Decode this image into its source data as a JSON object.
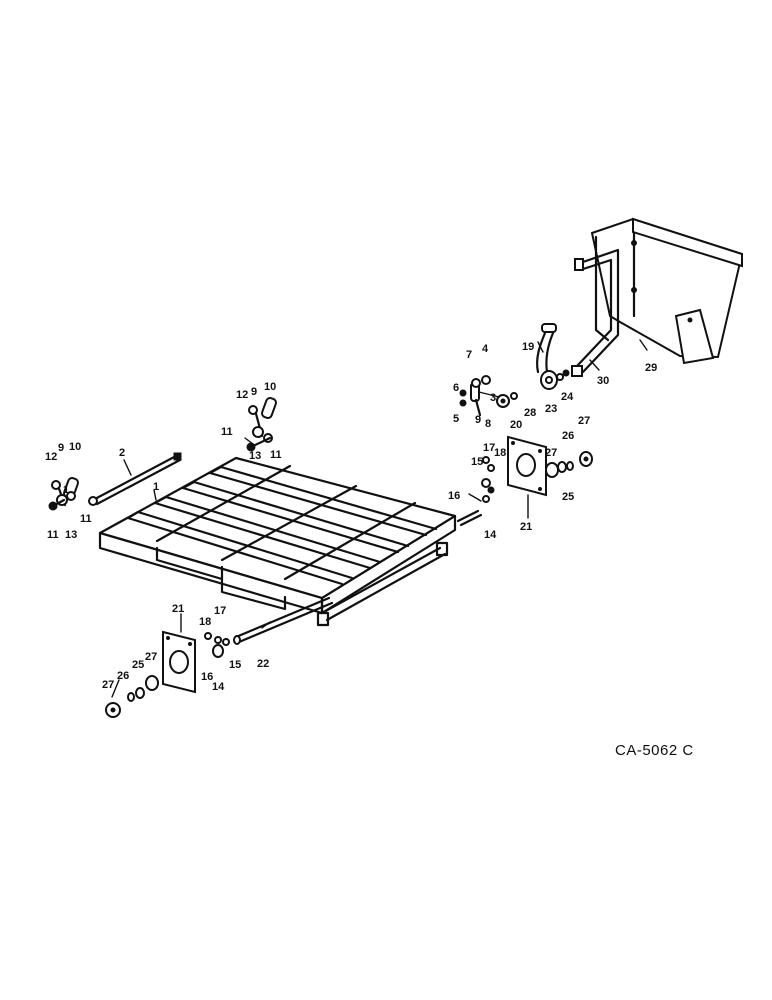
{
  "diagram": {
    "code": "CA-5062 C",
    "callouts": [
      {
        "text": "1"
      },
      {
        "text": "2"
      },
      {
        "text": "12"
      },
      {
        "text": "9"
      },
      {
        "text": "10"
      },
      {
        "text": "1"
      },
      {
        "text": "13"
      },
      {
        "text": "11"
      },
      {
        "text": "11"
      },
      {
        "text": "12"
      },
      {
        "text": "9"
      },
      {
        "text": "10"
      },
      {
        "text": "11"
      },
      {
        "text": "13"
      },
      {
        "text": "11"
      },
      {
        "text": "7"
      },
      {
        "text": "4"
      },
      {
        "text": "6"
      },
      {
        "text": "5"
      },
      {
        "text": "3"
      },
      {
        "text": "9"
      },
      {
        "text": "8"
      },
      {
        "text": "20"
      },
      {
        "text": "28"
      },
      {
        "text": "19"
      },
      {
        "text": "23"
      },
      {
        "text": "24"
      },
      {
        "text": "30"
      },
      {
        "text": "29"
      },
      {
        "text": "17"
      },
      {
        "text": "18"
      },
      {
        "text": "15"
      },
      {
        "text": "16"
      },
      {
        "text": "14"
      },
      {
        "text": "21"
      },
      {
        "text": "27"
      },
      {
        "text": "26"
      },
      {
        "text": "27"
      },
      {
        "text": "25"
      },
      {
        "text": "21"
      },
      {
        "text": "18"
      },
      {
        "text": "17"
      },
      {
        "text": "15"
      },
      {
        "text": "16"
      },
      {
        "text": "14"
      },
      {
        "text": "22"
      },
      {
        "text": "27"
      },
      {
        "text": "25"
      },
      {
        "text": "27"
      },
      {
        "text": "26"
      }
    ]
  }
}
